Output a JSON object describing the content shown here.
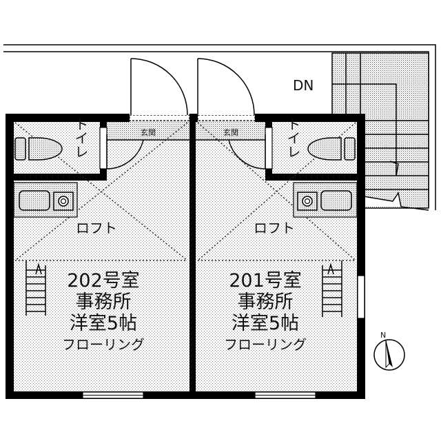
{
  "title": "Floor plan",
  "units": [
    {
      "number": "202号室",
      "use": "事務所",
      "room": "洋室5帖",
      "floor": "フローリング",
      "loft": "ロフト",
      "entrance": "玄関",
      "toilet": "トイレ"
    },
    {
      "number": "201号室",
      "use": "事務所",
      "room": "洋室5帖",
      "floor": "フローリング",
      "loft": "ロフト",
      "entrance": "玄関",
      "toilet": "トイレ"
    }
  ],
  "stairs": {
    "label": "DN"
  },
  "compass": {
    "label": "N"
  },
  "colors": {
    "wall": "#000000",
    "fill_pattern": "#9a9a9a",
    "background": "#ffffff"
  }
}
